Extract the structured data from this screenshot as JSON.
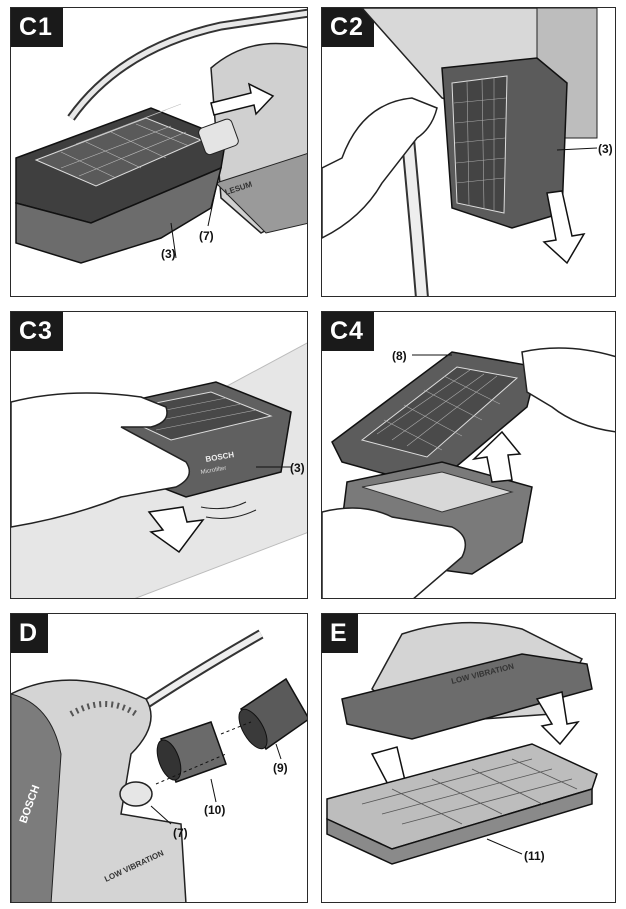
{
  "panels": [
    {
      "tag": "C1",
      "callouts": [
        "(7)",
        "(3)"
      ]
    },
    {
      "tag": "C2",
      "callouts": [
        "(3)"
      ]
    },
    {
      "tag": "C3",
      "callouts": [
        "(3)"
      ]
    },
    {
      "tag": "C4",
      "callouts": [
        "(8)"
      ]
    },
    {
      "tag": "D",
      "callouts": [
        "(9)",
        "(10)",
        "(7)"
      ]
    },
    {
      "tag": "E",
      "callouts": [
        "(11)"
      ]
    }
  ],
  "brand_marks": {
    "c3_box_brand": "BOSCH",
    "c3_box_model": "Microfilter",
    "d_sander_brand": "BOSCH",
    "d_sander_model": "LOW VIBRATION",
    "e_sander_model": "LOW VIBRATION"
  },
  "colors": {
    "tag_background": "#1a1a1a",
    "tag_text": "#ffffff",
    "outline": "#2a2a2a",
    "device_dark": "#4a4a4a",
    "device_mid": "#8c8c8c",
    "device_light": "#c8c8c8"
  },
  "icons": [
    "push-arrow-icon",
    "down-arrow-icon",
    "up-arrow-icon"
  ]
}
